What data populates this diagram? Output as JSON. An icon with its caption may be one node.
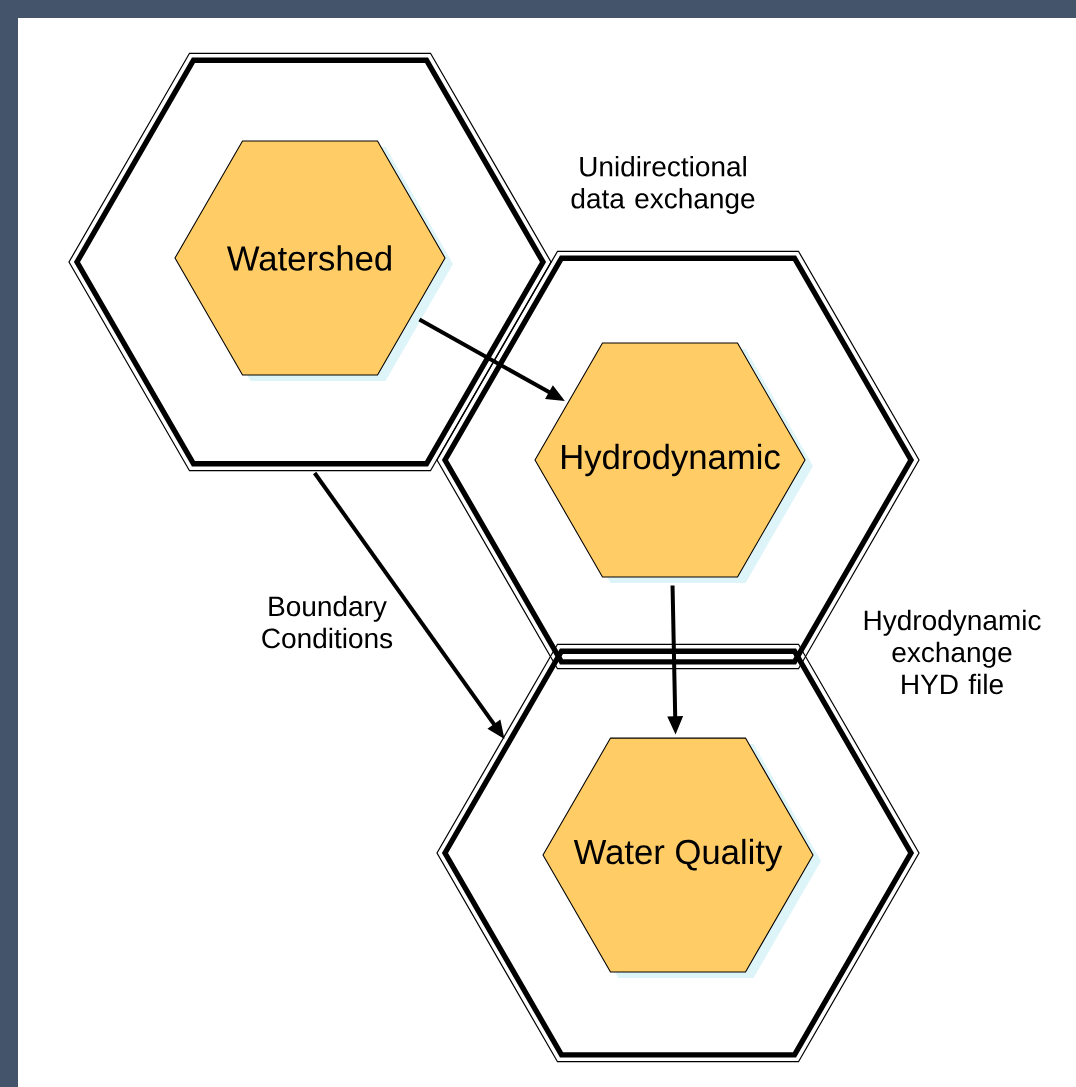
{
  "diagram": {
    "nodes": [
      {
        "text": [],
        "shape": "hexagon"
      },
      {
        "text": [
          "Watershed"
        ],
        "in": 0
      },
      {
        "text": [],
        "shape": "hexagon"
      },
      {
        "text": [
          "Hydrodynamic"
        ],
        "in": 2
      },
      {
        "text": [],
        "shape": "hexagon"
      },
      {
        "text": [
          "Water Quality"
        ],
        "in": 4
      }
    ],
    "edges": [
      {
        "from": 1,
        "to": 3,
        "arrow": "to"
      },
      {
        "from": 0,
        "to": 4,
        "arrow": "to",
        "label": "Boundary Conditions"
      },
      {
        "from": 3,
        "to": 5,
        "arrow": "to"
      }
    ],
    "labels": [
      "Unidirectional data exchange",
      "Hydrodynamic exchange HYD file"
    ]
  }
}
